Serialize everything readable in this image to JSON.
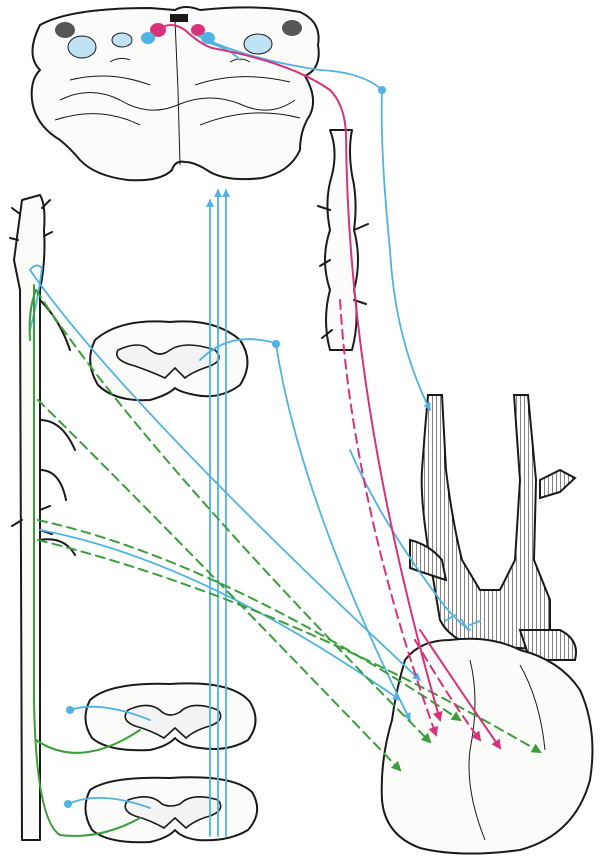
{
  "colors": {
    "afferent": "#4fb3e3",
    "sympathetic": "#3a9e3a",
    "parasympathetic": "#d6337a",
    "ink": "#1a1a1a",
    "tissue": "#fbfbf9"
  },
  "structures": [
    "medulla-oblongata-section",
    "vagus-nerve",
    "sympathetic-trunk",
    "cervical-spinal-cord-section",
    "upper-thoracic-spinal-cord-section",
    "lower-thoracic-spinal-cord-section",
    "aortic-arch-and-branches",
    "heart"
  ]
}
